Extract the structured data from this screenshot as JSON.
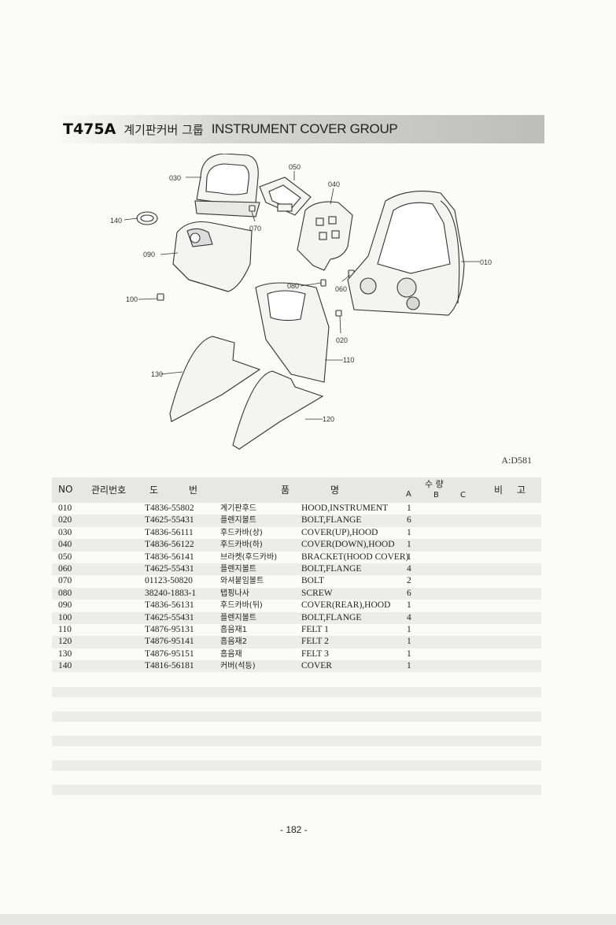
{
  "header": {
    "code": "T475A",
    "title_ko": "계기판커버 그룹",
    "title_en": "INSTRUMENT COVER GROUP"
  },
  "diagram": {
    "callouts": [
      "010",
      "020",
      "030",
      "040",
      "050",
      "060",
      "070",
      "080",
      "090",
      "100",
      "110",
      "120",
      "130",
      "140"
    ]
  },
  "ref_code": "A:D581",
  "table": {
    "headers": {
      "no": "NO",
      "mgmt": "관리번호",
      "dobeon_1": "도",
      "dobeon_2": "번",
      "pummyeong_1": "품",
      "pummyeong_2": "명",
      "qty": "수 량",
      "a": "A",
      "b": "B",
      "c": "C",
      "bigo_1": "비",
      "bigo_2": "고"
    },
    "rows": [
      {
        "no": "010",
        "part": "T4836-55802",
        "ko": "계기판후드",
        "en": "HOOD,INSTRUMENT",
        "qa": "1"
      },
      {
        "no": "020",
        "part": "T4625-55431",
        "ko": "플렌지볼트",
        "en": "BOLT,FLANGE",
        "qa": "6"
      },
      {
        "no": "030",
        "part": "T4836-56111",
        "ko": "후드카바(상)",
        "en": "COVER(UP),HOOD",
        "qa": "1"
      },
      {
        "no": "040",
        "part": "T4836-56122",
        "ko": "후드카바(하)",
        "en": "COVER(DOWN),HOOD",
        "qa": "1"
      },
      {
        "no": "050",
        "part": "T4836-56141",
        "ko": "브라켓(후드카바)",
        "en": "BRACKET(HOOD COVER)",
        "qa": "1"
      },
      {
        "no": "060",
        "part": "T4625-55431",
        "ko": "플렌지볼트",
        "en": "BOLT,FLANGE",
        "qa": "4"
      },
      {
        "no": "070",
        "part": "01123-50820",
        "ko": "와셔붙임볼트",
        "en": "BOLT",
        "qa": "2"
      },
      {
        "no": "080",
        "part": "38240-1883-1",
        "ko": "탭핑나사",
        "en": "SCREW",
        "qa": "6"
      },
      {
        "no": "090",
        "part": "T4836-56131",
        "ko": "후드카바(뒤)",
        "en": "COVER(REAR),HOOD",
        "qa": "1"
      },
      {
        "no": "100",
        "part": "T4625-55431",
        "ko": "플렌지볼트",
        "en": "BOLT,FLANGE",
        "qa": "4"
      },
      {
        "no": "110",
        "part": "T4876-95131",
        "ko": "흡음재1",
        "en": "FELT 1",
        "qa": "1"
      },
      {
        "no": "120",
        "part": "T4876-95141",
        "ko": "흡음재2",
        "en": "FELT 2",
        "qa": "1"
      },
      {
        "no": "130",
        "part": "T4876-95151",
        "ko": "흡음재",
        "en": "FELT 3",
        "qa": "1"
      },
      {
        "no": "140",
        "part": "T4816-56181",
        "ko": "커버(석등)",
        "en": "COVER",
        "qa": "1"
      }
    ]
  },
  "page_number": "- 182 -"
}
